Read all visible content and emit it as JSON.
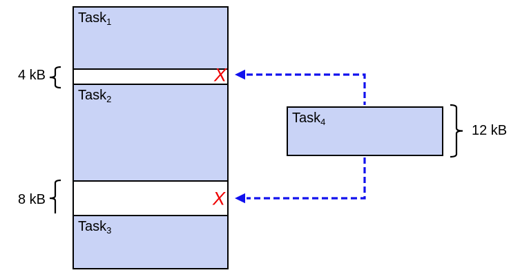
{
  "diagram": {
    "memory_map": {
      "task1": {
        "name": "Task",
        "sub": "1"
      },
      "gap1": {
        "label": "4 kB"
      },
      "task2": {
        "name": "Task",
        "sub": "2"
      },
      "gap2": {
        "label": "8 kB"
      },
      "task3": {
        "name": "Task",
        "sub": "3"
      }
    },
    "pending_task": {
      "name": "Task",
      "sub": "4",
      "size_label": "12 kB"
    },
    "reject_marker": "X",
    "colors": {
      "task_fill": "#c9d3f6",
      "border": "#000000",
      "arrow_blue": "#1111ee",
      "reject_red": "#ee0000",
      "text": "#000000",
      "background": "#ffffff"
    }
  }
}
